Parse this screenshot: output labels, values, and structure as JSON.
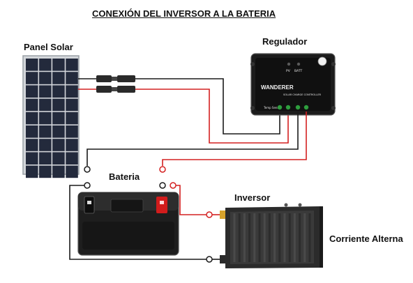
{
  "title": "CONEXIÓN DEL INVERSOR A LA BATERIA",
  "labels": {
    "solar_panel": "Panel Solar",
    "regulator": "Regulador",
    "battery": "Bateria",
    "inverter": "Inversor",
    "ac_output": "Corriente Alterna"
  },
  "regulator": {
    "brand": "WANDERER",
    "subtitle": "SOLAR CHARGE CONTROLLER",
    "pv_label": "PV",
    "batt_label": "BATT",
    "temp_label": "Temp Sensor"
  },
  "colors": {
    "positive_wire": "#d42020",
    "negative_wire": "#1a1a1a",
    "panel_cell": "#232a3c",
    "panel_frame": "#c9ccd0"
  }
}
